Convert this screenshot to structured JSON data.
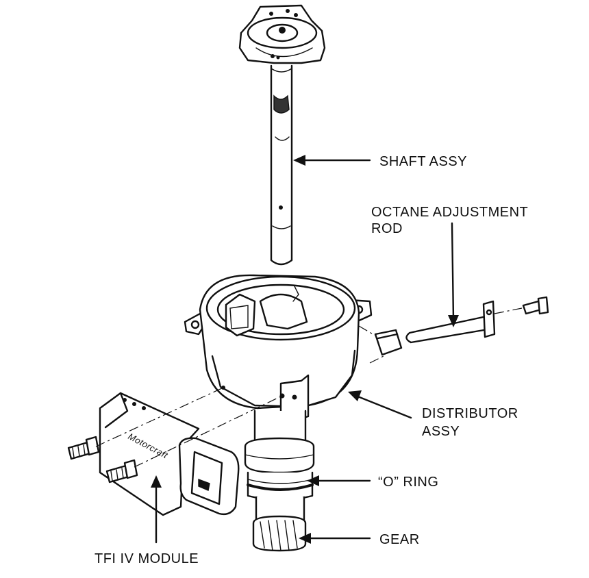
{
  "labels": {
    "shaft": "SHAFT ASSY",
    "octane_line1": "OCTANE ADJUSTMENT",
    "octane_line2": "ROD",
    "distributor_line1": "DISTRIBUTOR",
    "distributor_line2": "ASSY",
    "o_ring": "“O” RING",
    "gear": "GEAR",
    "tfi": "TFI IV MODULE",
    "module_brand": "Motorcraft"
  }
}
